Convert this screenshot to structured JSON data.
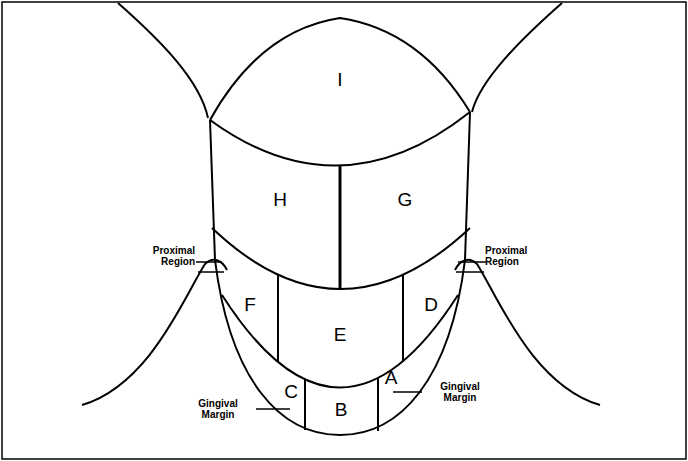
{
  "diagram": {
    "labels": [
      "I",
      "H",
      "G",
      "Proximal Region",
      "Proximal Region",
      "F",
      "E",
      "D",
      "C",
      "B",
      "A",
      "Gingival Margin",
      "Gingival Margin"
    ]
  }
}
